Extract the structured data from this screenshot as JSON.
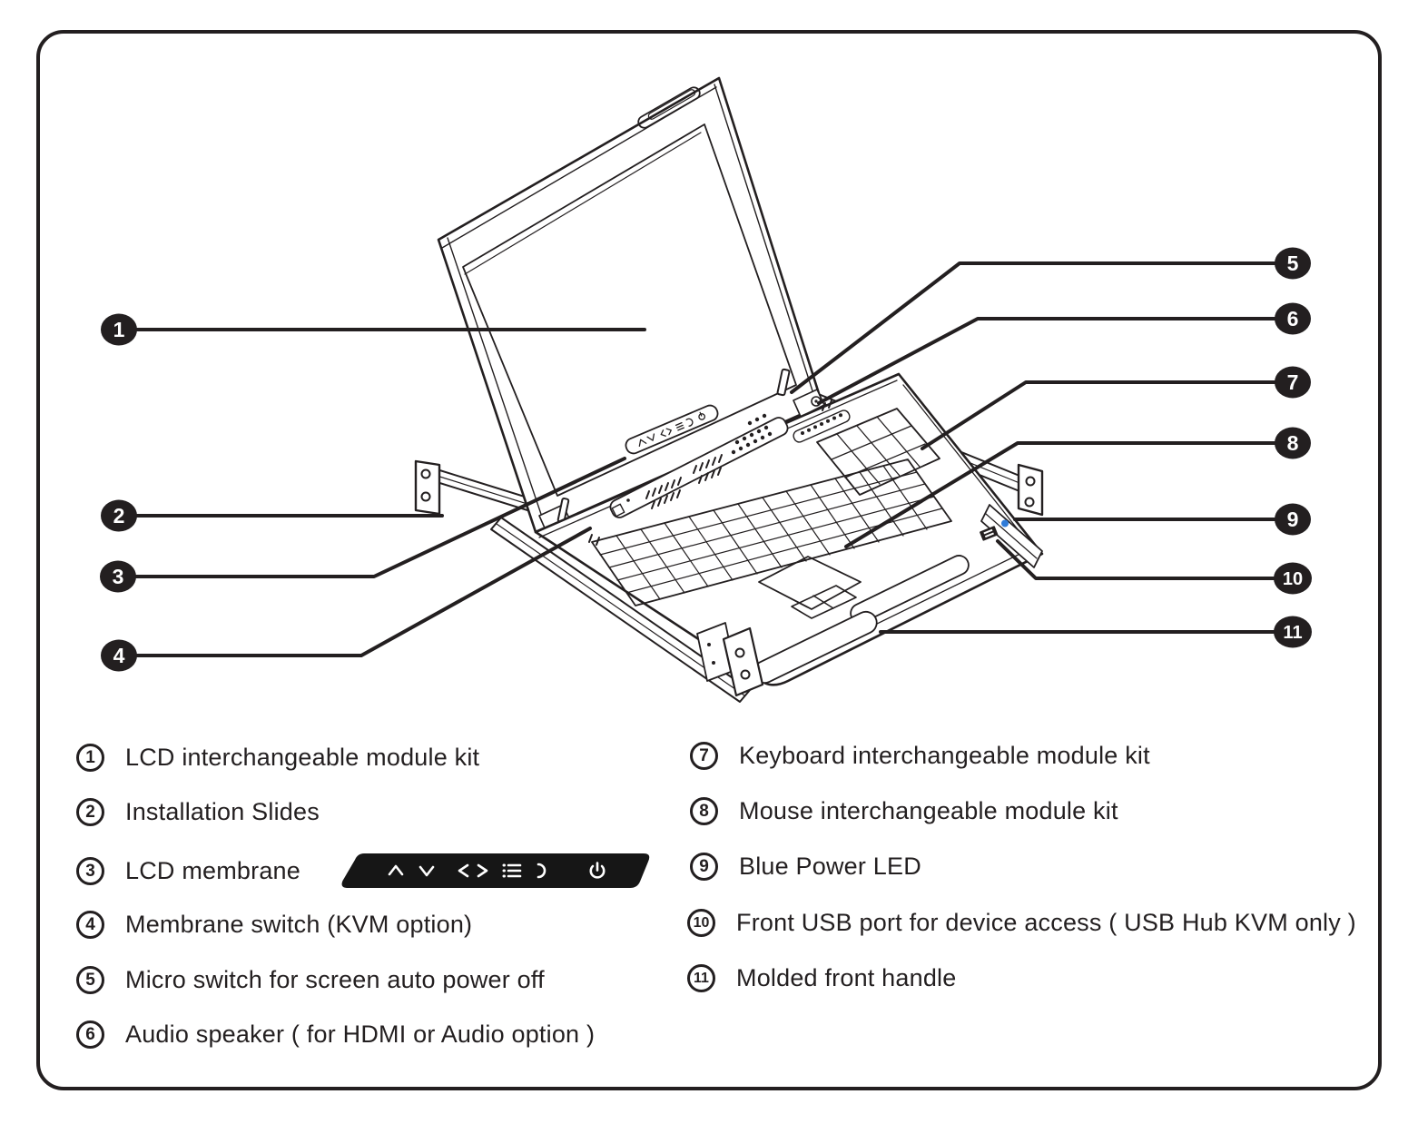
{
  "figure": {
    "subject": "Rack-mount LCD KVM console drawer - front isometric line drawing",
    "ink_color": "#231f20",
    "power_led_color": "#2f7bd8"
  },
  "callouts": [
    "1",
    "2",
    "3",
    "4",
    "5",
    "6",
    "7",
    "8",
    "9",
    "10",
    "11"
  ],
  "legend": {
    "columns": 2,
    "items": [
      {
        "number": "1",
        "label": "LCD interchangeable module kit"
      },
      {
        "number": "2",
        "label": "Installation Slides"
      },
      {
        "number": "3",
        "label": "LCD membrane"
      },
      {
        "number": "4",
        "label": "Membrane switch (KVM option)"
      },
      {
        "number": "5",
        "label": "Micro switch for screen auto power off"
      },
      {
        "number": "6",
        "label": "Audio speaker ( for HDMI or Audio option )"
      },
      {
        "number": "7",
        "label": "Keyboard interchangeable module kit"
      },
      {
        "number": "8",
        "label": "Mouse interchangeable module kit"
      },
      {
        "number": "9",
        "label": "Blue Power LED"
      },
      {
        "number": "10",
        "label": "Front USB port for device access ( USB Hub KVM only )"
      },
      {
        "number": "11",
        "label": "Molded front handle"
      }
    ],
    "membrane_bar_icons": [
      "up-arrow",
      "down-arrow",
      "left-arrow",
      "right-arrow",
      "menu",
      "exit",
      "power"
    ]
  }
}
